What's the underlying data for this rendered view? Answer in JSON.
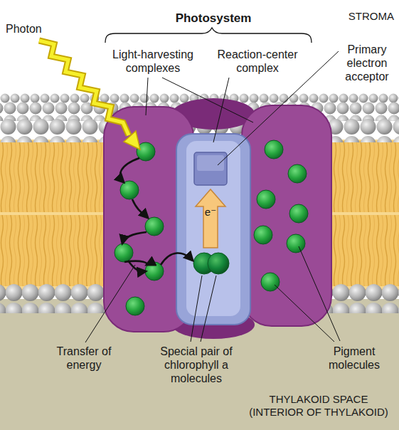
{
  "diagram": {
    "labels": [
      "Photosystem",
      "STROMA",
      "Photon",
      "Light-harvesting complexes",
      "Reaction-center complex",
      "Primary electron acceptor",
      "e⁻",
      "Transfer of energy",
      "Special pair of chlorophyll a molecules",
      "Pigment molecules",
      "THYLAKOID SPACE (INTERIOR OF THYLAKOID)"
    ]
  }
}
